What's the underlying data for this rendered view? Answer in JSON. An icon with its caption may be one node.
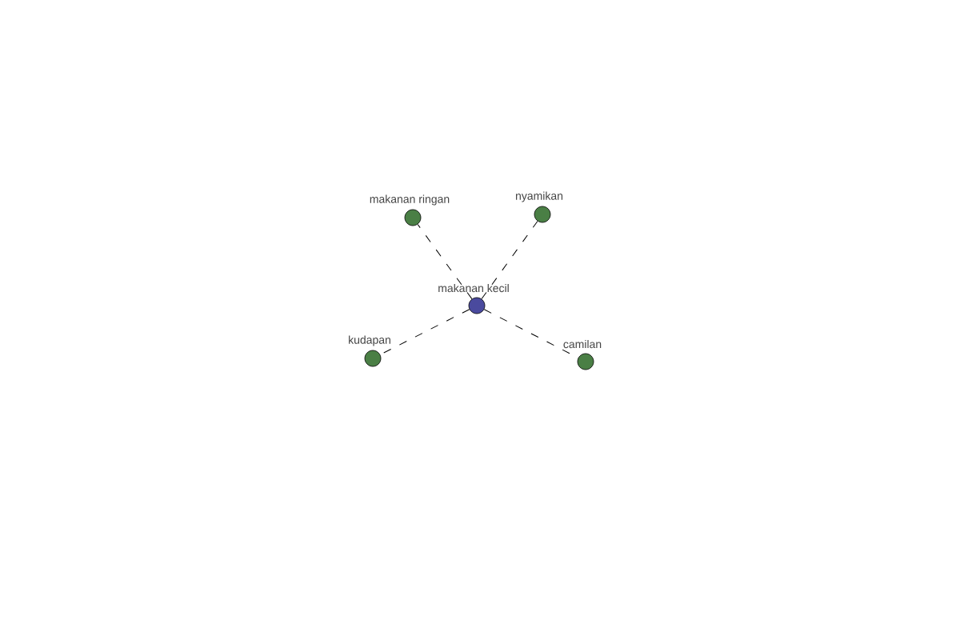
{
  "diagram": {
    "nodes": [
      {
        "text": [],
        "shape": "circle",
        "beside": [
          "makanan kecil"
        ]
      },
      {
        "text": [],
        "shape": "circle",
        "beside": [
          "makanan ringan"
        ]
      },
      {
        "text": [],
        "shape": "circle",
        "beside": [
          "nyamikan"
        ]
      },
      {
        "text": [],
        "shape": "circle",
        "beside": [
          "kudapan"
        ]
      },
      {
        "text": [],
        "shape": "circle",
        "beside": [
          "camilan"
        ]
      }
    ],
    "edges": [
      {
        "from": 0,
        "to": 1,
        "arrow": "none",
        "style": "dashed"
      },
      {
        "from": 0,
        "to": 2,
        "arrow": "none",
        "style": "dashed"
      },
      {
        "from": 0,
        "to": 3,
        "arrow": "none",
        "style": "dashed"
      },
      {
        "from": 0,
        "to": 4,
        "arrow": "none",
        "style": "dashed"
      }
    ]
  }
}
